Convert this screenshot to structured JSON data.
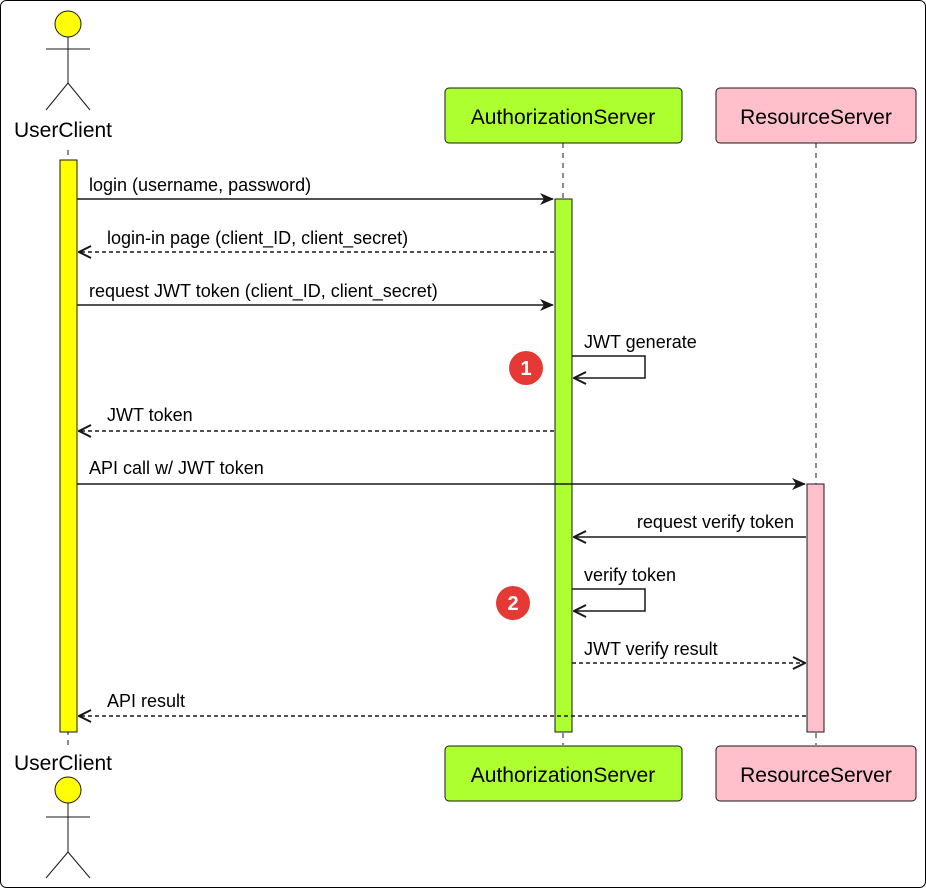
{
  "participants": [
    {
      "id": "user",
      "label": "UserClient",
      "kind": "actor",
      "fill": "#ffff00"
    },
    {
      "id": "auth",
      "label": "AuthorizationServer",
      "kind": "box",
      "fill": "#adff2f"
    },
    {
      "id": "res",
      "label": "ResourceServer",
      "kind": "box",
      "fill": "#ffc0cb"
    }
  ],
  "messages": [
    {
      "from": "user",
      "to": "auth",
      "label": "login (username, password)",
      "style": "solid"
    },
    {
      "from": "auth",
      "to": "user",
      "label": "login-in page (client_ID, client_secret)",
      "style": "dashed"
    },
    {
      "from": "user",
      "to": "auth",
      "label": "request JWT token (client_ID, client_secret)",
      "style": "solid"
    },
    {
      "from": "auth",
      "to": "auth",
      "label": "JWT generate",
      "style": "solid",
      "marker": "1"
    },
    {
      "from": "auth",
      "to": "user",
      "label": "JWT token",
      "style": "dashed"
    },
    {
      "from": "user",
      "to": "res",
      "label": "API call w/ JWT token",
      "style": "solid"
    },
    {
      "from": "res",
      "to": "auth",
      "label": "request verify token",
      "style": "solid"
    },
    {
      "from": "auth",
      "to": "auth",
      "label": "verify token",
      "style": "solid",
      "marker": "2"
    },
    {
      "from": "auth",
      "to": "res",
      "label": "JWT verify result",
      "style": "dashed"
    },
    {
      "from": "res",
      "to": "user",
      "label": "API result",
      "style": "dashed"
    }
  ],
  "colors": {
    "line": "#181818",
    "marker": "#e53935",
    "frame": "#000000"
  }
}
